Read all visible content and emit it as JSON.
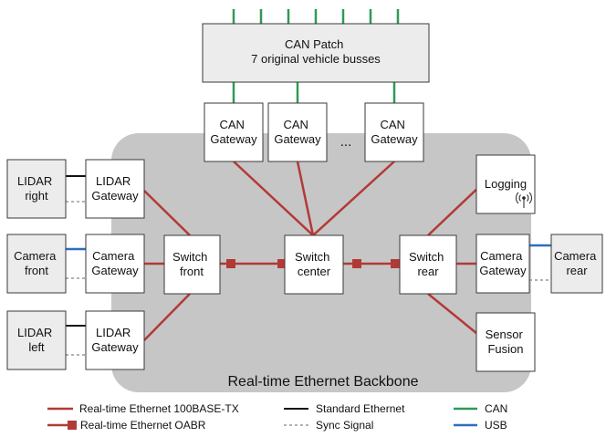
{
  "backbone": {
    "label": "Real-time Ethernet Backbone"
  },
  "nodes": {
    "can_patch": {
      "lines": [
        "CAN Patch",
        "7 original vehicle busses"
      ]
    },
    "can_gw_1": {
      "lines": [
        "CAN",
        "Gateway"
      ]
    },
    "can_gw_2": {
      "lines": [
        "CAN",
        "Gateway"
      ]
    },
    "can_gw_3": {
      "lines": [
        "CAN",
        "Gateway"
      ]
    },
    "ellipsis": "...",
    "lidar_right": {
      "lines": [
        "LIDAR",
        "right"
      ]
    },
    "lidar_gw_top": {
      "lines": [
        "LIDAR",
        "Gateway"
      ]
    },
    "camera_front": {
      "lines": [
        "Camera",
        "front"
      ]
    },
    "camera_gw_front": {
      "lines": [
        "Camera",
        "Gateway"
      ]
    },
    "lidar_left": {
      "lines": [
        "LIDAR",
        "left"
      ]
    },
    "lidar_gw_bottom": {
      "lines": [
        "LIDAR",
        "Gateway"
      ]
    },
    "switch_front": {
      "lines": [
        "Switch",
        "front"
      ]
    },
    "switch_center": {
      "lines": [
        "Switch",
        "center"
      ]
    },
    "switch_rear": {
      "lines": [
        "Switch",
        "rear"
      ]
    },
    "logging": {
      "lines": [
        "Logging"
      ]
    },
    "camera_gw_rear": {
      "lines": [
        "Camera",
        "Gateway"
      ]
    },
    "camera_rear": {
      "lines": [
        "Camera",
        "rear"
      ]
    },
    "sensor_fusion": {
      "lines": [
        "Sensor",
        "Fusion"
      ]
    }
  },
  "legend": {
    "rt_100base": "Real-time Ethernet 100BASE-TX",
    "rt_oabr": "Real-time Ethernet OABR",
    "std_eth": "Standard Ethernet",
    "sync": "Sync Signal",
    "can": "CAN",
    "usb": "USB"
  },
  "colors": {
    "rt_ethernet": "#b23a36",
    "standard_ethernet": "#111111",
    "can": "#2e9a57",
    "usb": "#2a6fc0",
    "sync": "#999999",
    "backbone_fill": "#c6c6c6",
    "peripheral_fill": "#ececec",
    "node_fill": "#ffffff"
  },
  "icons": {
    "logging": "wireless-antenna-icon"
  }
}
